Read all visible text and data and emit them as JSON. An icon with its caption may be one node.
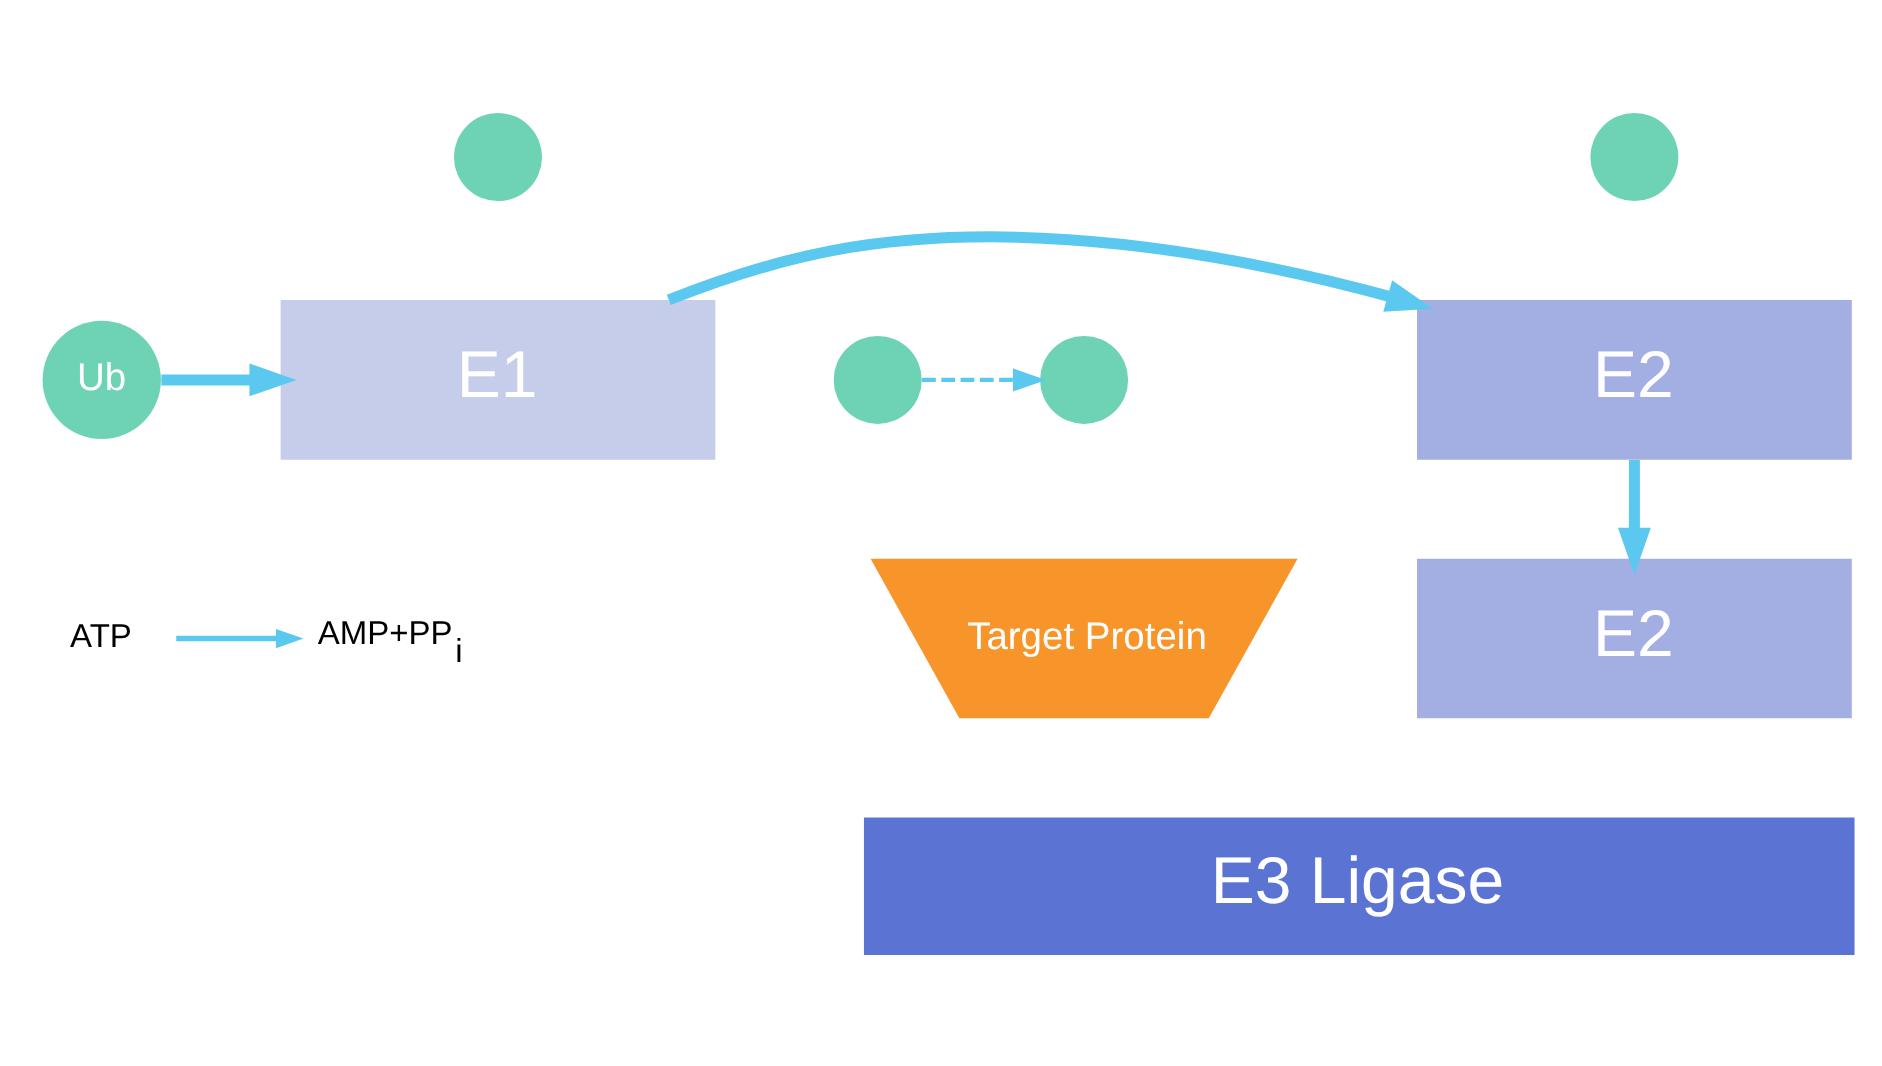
{
  "diagram": {
    "nodes": [
      {
        "text": [
          "Ub"
        ]
      },
      {
        "text": [
          "ATP"
        ]
      },
      {
        "text": [
          "AMP+PP$_{i}$"
        ]
      },
      {
        "text": [],
        "shape": "circle"
      },
      {
        "text": [
          "E1"
        ]
      },
      {
        "text": [],
        "shape": "circle"
      },
      {
        "text": [
          "E2"
        ]
      },
      {
        "text": [],
        "shape": "circle"
      },
      {
        "text": [],
        "shape": "circle"
      },
      {
        "text": [
          "E2"
        ]
      },
      {
        "text": [
          "Target Protein"
        ]
      },
      {
        "text": [
          "E3 Ligase"
        ]
      }
    ],
    "edges": [
      {
        "from": 0,
        "to": 4,
        "arrow": "to"
      },
      {
        "from": 1,
        "to": 2,
        "arrow": "to"
      },
      {
        "from": 4,
        "to": 6,
        "arrow": "to"
      },
      {
        "from": 6,
        "to": 9,
        "arrow": "to"
      },
      {
        "from": 7,
        "to": 8,
        "arrow": "to",
        "style": "dashed"
      }
    ]
  }
}
